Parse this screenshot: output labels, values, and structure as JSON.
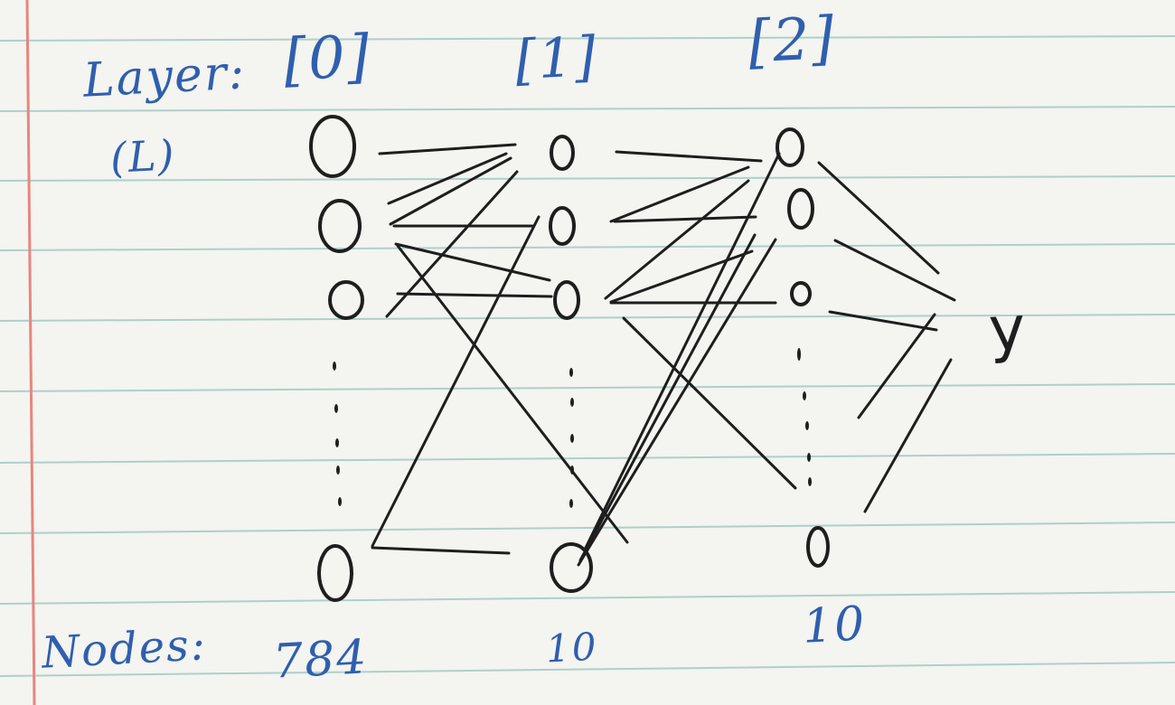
{
  "diagram": {
    "row_label": "Layer:",
    "row_sublabel": "(L)",
    "layers": [
      {
        "label": "[0]",
        "nodes": "784"
      },
      {
        "label": "[1]",
        "nodes": "10"
      },
      {
        "label": "[2]",
        "nodes": "10"
      }
    ],
    "nodes_label": "Nodes:",
    "output_label": "y"
  },
  "colors": {
    "ink_blue": "#2f5fae",
    "ink_black": "#1e1e1e",
    "margin_line": "#e7867e",
    "rule_line": "#9cc8c0",
    "paper": "#f4f4f0"
  }
}
